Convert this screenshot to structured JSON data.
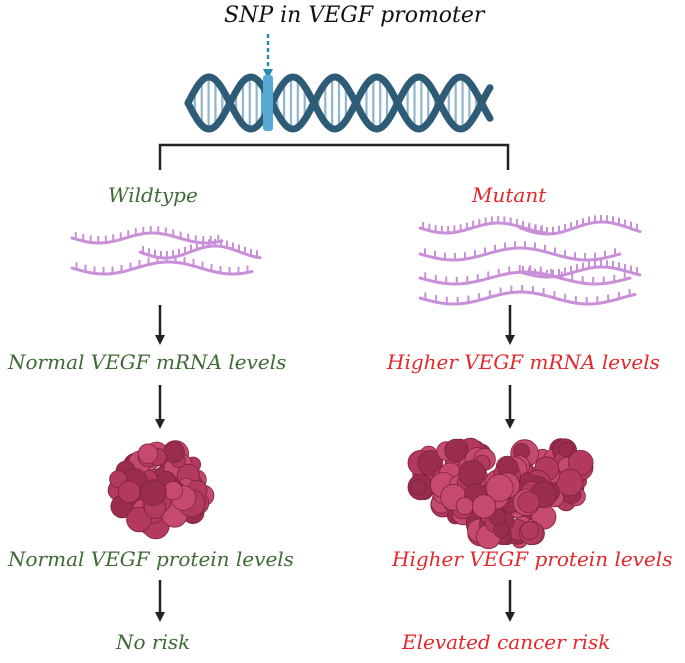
{
  "title": "SNP in VEGF promoter",
  "colors": {
    "wildtype_text": "#3e6b35",
    "mutant_text": "#e2282a",
    "dna_strand": "#2e5c77",
    "dna_highlight": "#58a8d6",
    "mrna": "#c98fd8",
    "protein": "#b33a5c",
    "arrow": "#222222"
  },
  "icons": {
    "dna": "dna-helix-icon",
    "mrna": "mrna-strand-icon",
    "protein": "protein-cluster-icon"
  },
  "wildtype": {
    "label": "Wildtype",
    "mrna_label": "Normal VEGF mRNA levels",
    "protein_label": "Normal VEGF protein levels",
    "risk_label": "No risk",
    "mrna_strands": 3
  },
  "mutant": {
    "label": "Mutant",
    "mrna_label": "Higher VEGF mRNA levels",
    "protein_label": "Higher VEGF protein levels",
    "risk_label": "Elevated cancer risk",
    "mrna_strands": 6
  }
}
